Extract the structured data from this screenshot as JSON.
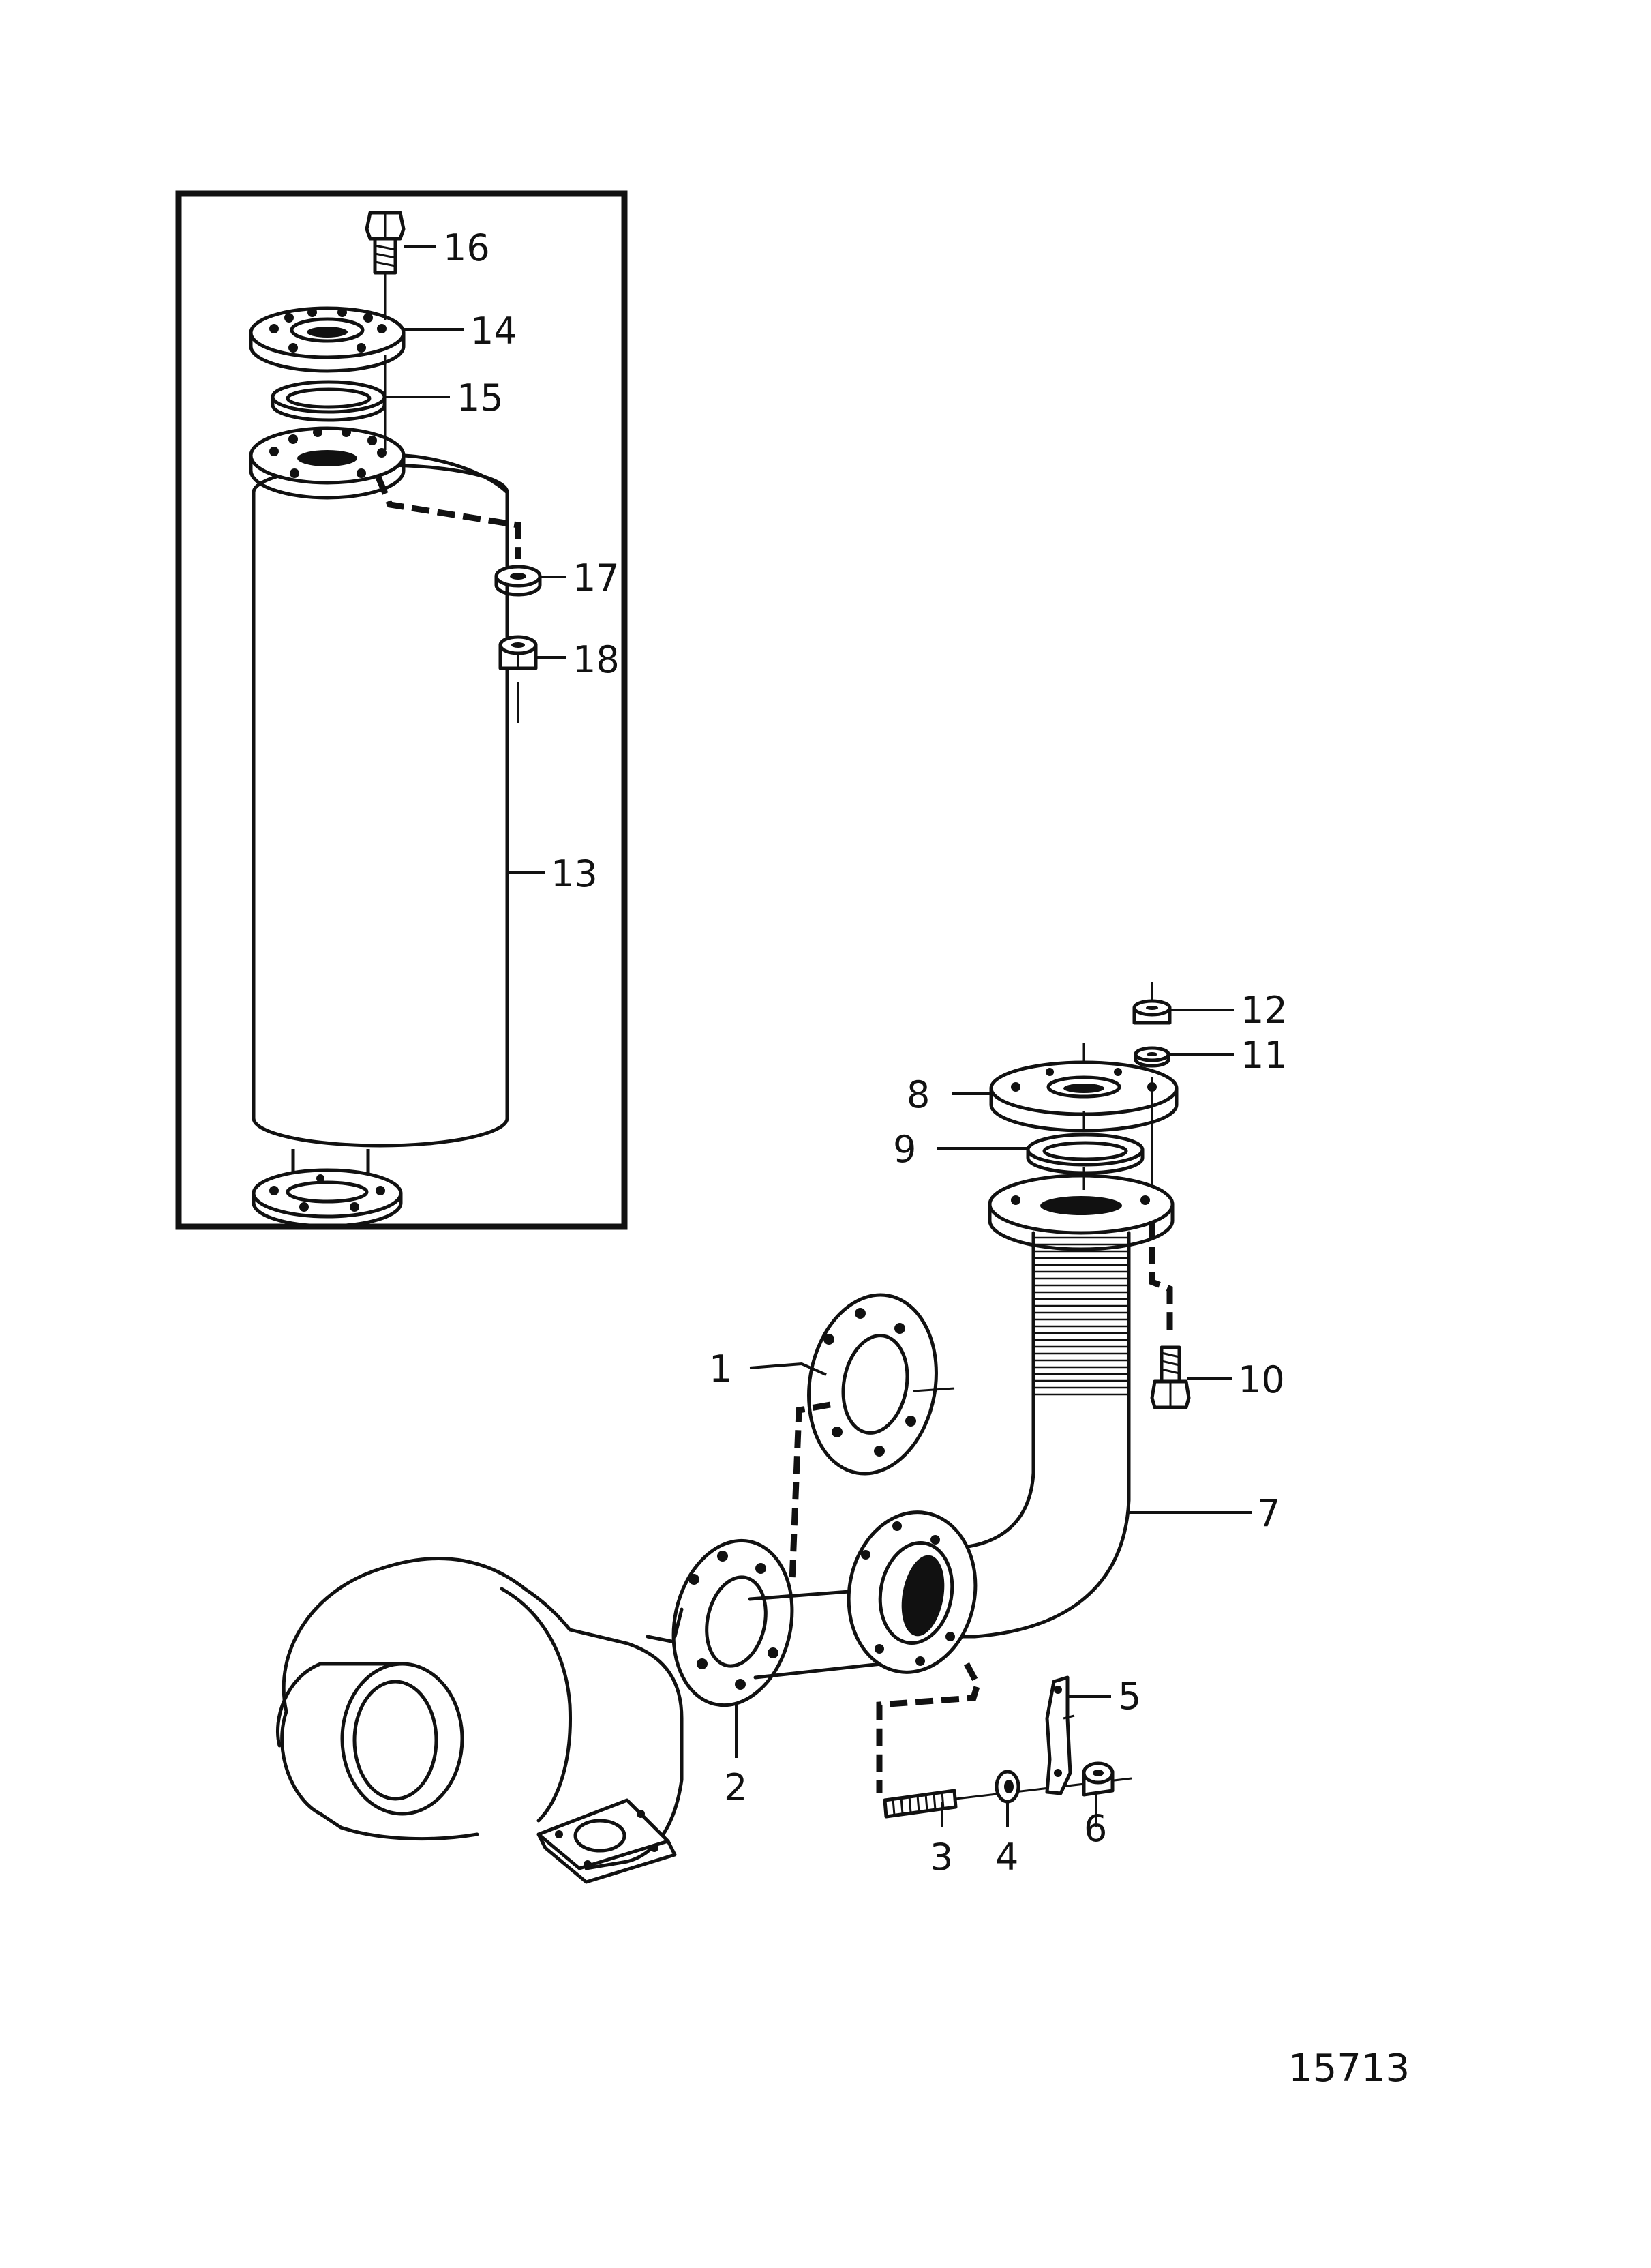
{
  "figure_number": "15713",
  "callouts": [
    "1",
    "2",
    "3",
    "4",
    "5",
    "6",
    "7",
    "8",
    "9",
    "10",
    "11",
    "12",
    "13",
    "14",
    "15",
    "16",
    "17",
    "18"
  ],
  "colors": {
    "line": "#111111",
    "background": "#ffffff"
  }
}
